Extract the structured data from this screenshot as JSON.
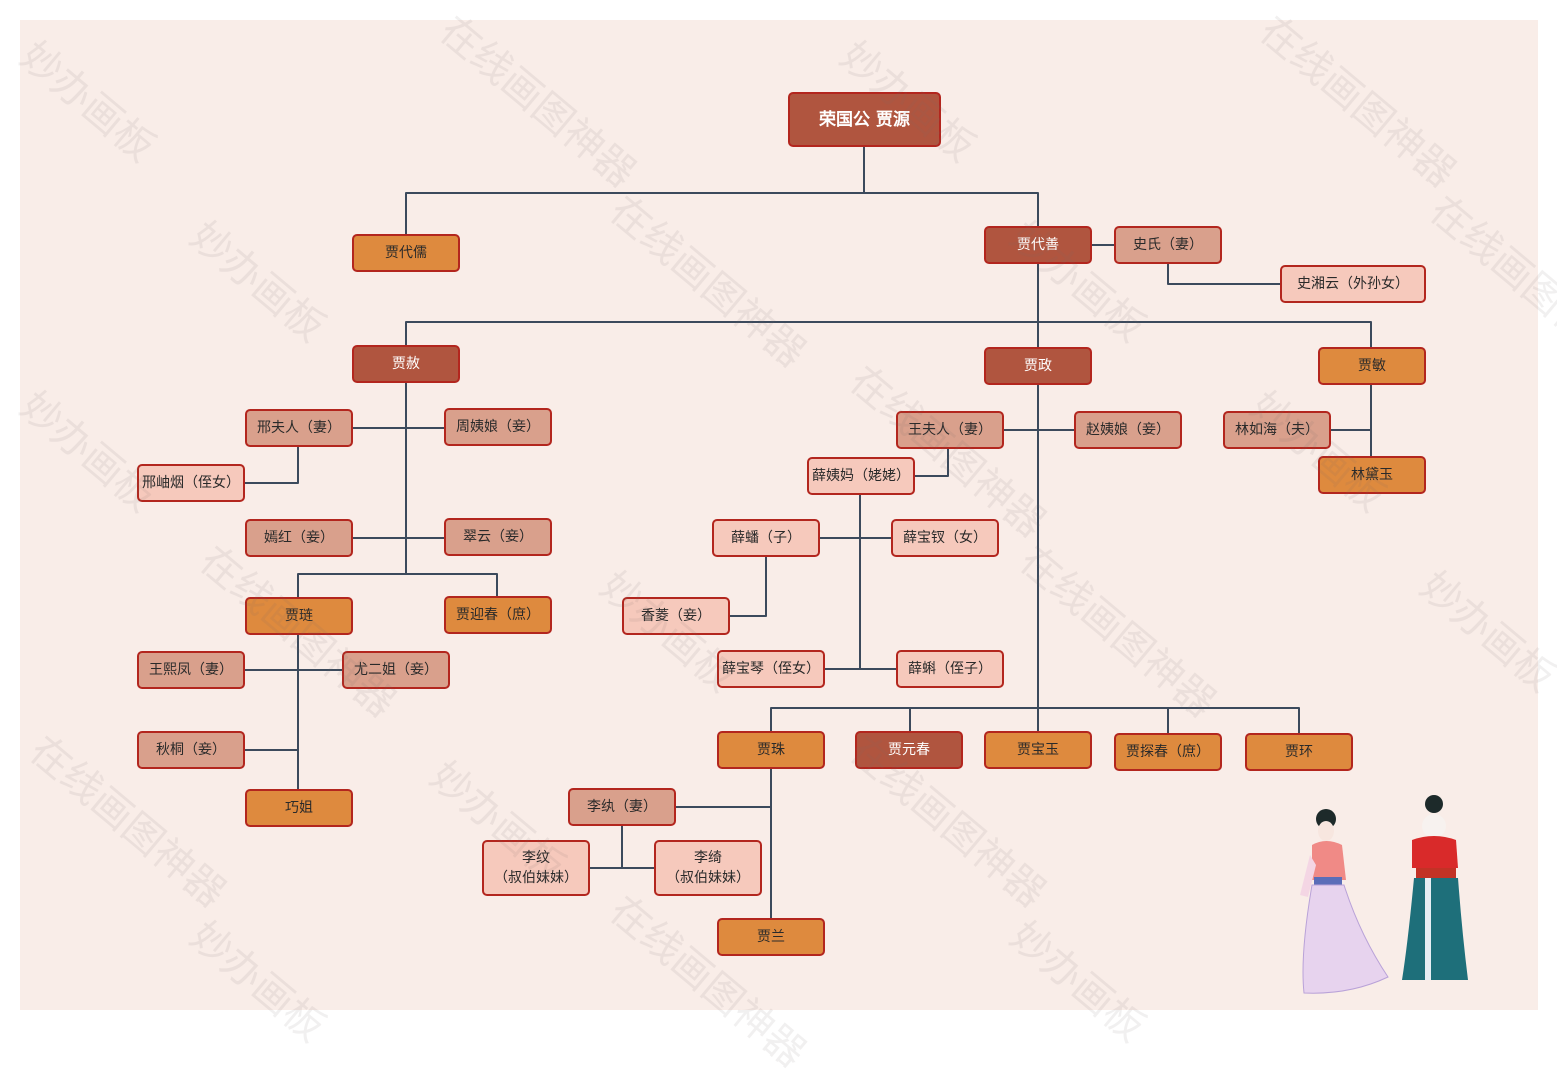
{
  "watermark": [
    "妙办画板",
    "在线画图神器"
  ],
  "nodes": {
    "root": "荣国公 贾源",
    "jiadairu": "贾代儒",
    "jiadaishan": "贾代善",
    "shishi": "史氏（妻）",
    "shixiangyun": "史湘云（外孙女）",
    "jiashe": "贾赦",
    "jiazheng": "贾政",
    "jiamin": "贾敏",
    "xingfuren": "邢夫人（妻）",
    "zhouyiniang": "周姨娘（妾）",
    "xingxiuyan": "邢岫烟（侄女）",
    "yanhong": "嫣红（妾）",
    "cuiyun": "翠云（妾）",
    "jialian": "贾琏",
    "jiayingchun": "贾迎春（庶）",
    "wangxifeng": "王熙凤（妻）",
    "youerjie": "尤二姐（妾）",
    "qiutong": "秋桐（妾）",
    "qiaojie": "巧姐",
    "wangfuren": "王夫人（妻）",
    "zhaoyiniang": "赵姨娘（妾）",
    "linruhai": "林如海（夫）",
    "lindaiyu": "林黛玉",
    "xueyima": "薛姨妈（姥姥）",
    "xuepan": "薛蟠（子）",
    "xuebaochai": "薛宝钗（女）",
    "xiangling": "香菱（妾）",
    "xuebaoqin": "薛宝琴（侄女）",
    "xueke": "薛蝌（侄子）",
    "jiazhu": "贾珠",
    "jiayuanchun": "贾元春",
    "jiabaoyu": "贾宝玉",
    "jiatanchun": "贾探春（庶）",
    "jiahuan": "贾环",
    "liwan": "李纨（妻）",
    "liwen_name": "李纹",
    "liwen_note": "（叔伯妹妹）",
    "liqi_name": "李绮",
    "liqi_note": "（叔伯妹妹）",
    "jialan": "贾兰"
  },
  "colors": {
    "background": "#f9ede8",
    "line": "#3c4a5c",
    "border": "#b3261e",
    "dark_node": "#b0553f",
    "orange_node": "#de8a3e",
    "mid_node": "#d9a08c",
    "light_node": "#f6c9bc"
  }
}
